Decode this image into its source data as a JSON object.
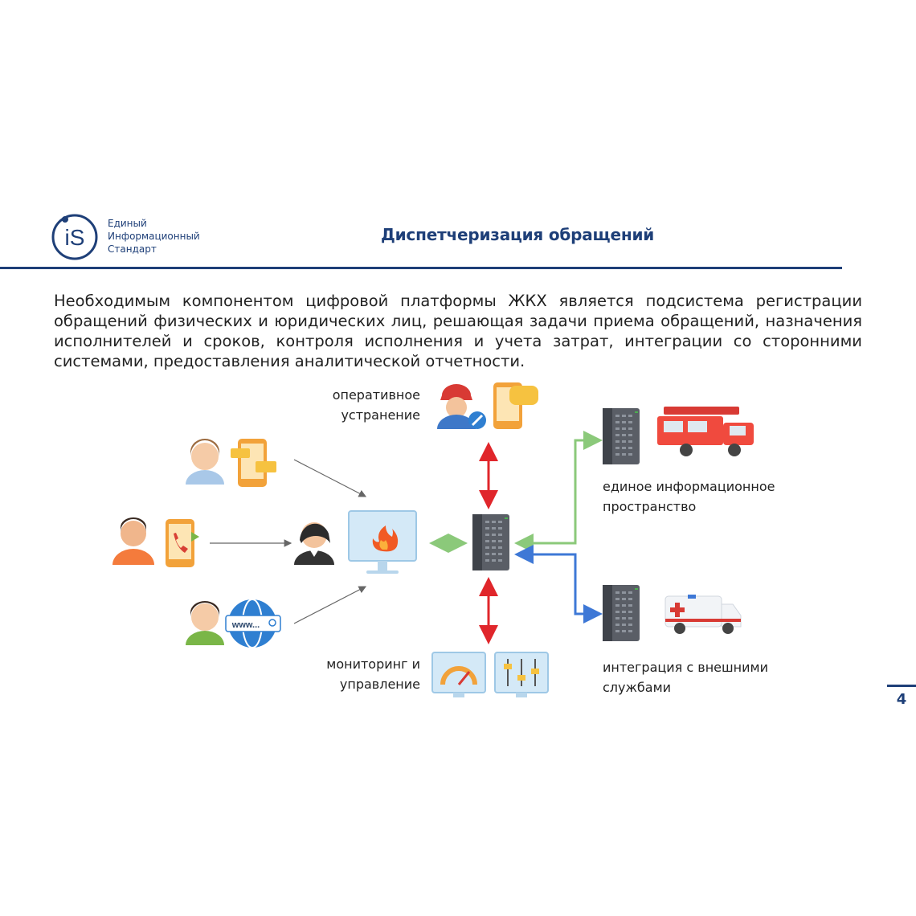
{
  "logo": {
    "mark": "iS",
    "lines": [
      "Единый",
      "Информационный",
      "Стандарт"
    ]
  },
  "title": "Диспетчеризация обращений",
  "intro": "Необходимым компонентом цифровой платформы ЖКХ является подсистема регистрации обращений физических и юридических лиц, решающая задачи приема обращений, назначения исполнителей и сроков, контроля исполнения и учета затрат, интеграции со сторонними системами, предоставления аналитической отчетности.",
  "labels": {
    "operative": [
      "оперативное",
      "устранение"
    ],
    "unified": [
      "единое информационное",
      "пространство"
    ],
    "monitoring": [
      "мониторинг и",
      "управление"
    ],
    "integration": [
      "интеграция с внешними",
      "службами"
    ]
  },
  "web_badge": "www...",
  "page_number": "4",
  "colors": {
    "brand": "#1e3f78",
    "red_arrow": "#e0262b",
    "green_arrow": "#8bc97a",
    "blue_arrow": "#3e78d6"
  }
}
